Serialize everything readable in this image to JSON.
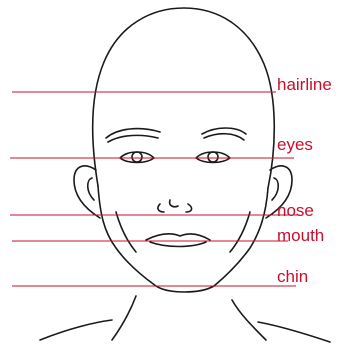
{
  "labels": {
    "hairline": "hairline",
    "eyes": "eyes",
    "nose": "nose",
    "mouth": "mouth",
    "chin": "chin"
  },
  "colors": {
    "guide": "#c8102e",
    "ink": "#1a1a1a",
    "background": "#ffffff"
  }
}
